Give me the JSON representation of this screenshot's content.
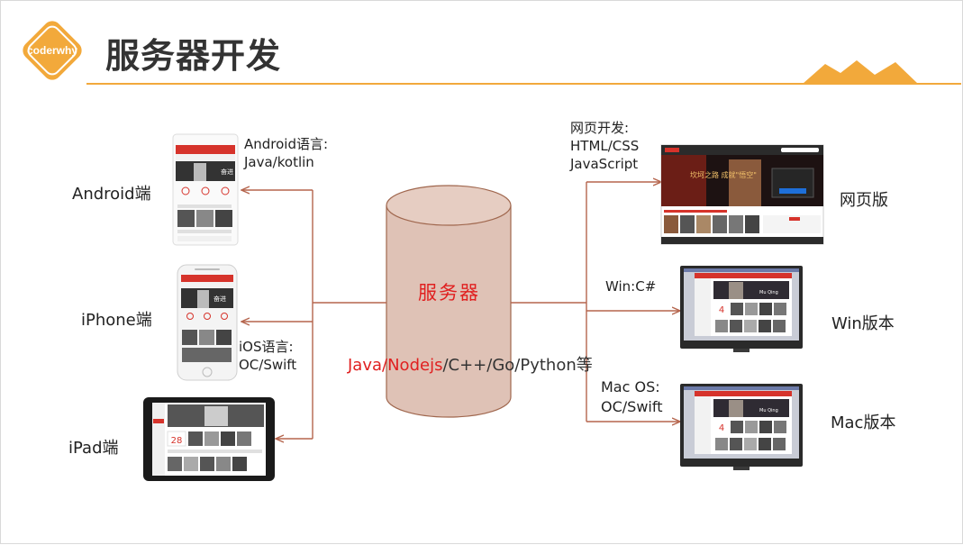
{
  "slide": {
    "title": "服务器开发",
    "logo_text": "coderwhy"
  },
  "server": {
    "name": "服务器",
    "langs_red": "Java/Nodejs",
    "langs_rest": "/C++/Go/Python等"
  },
  "clients_left": {
    "android": {
      "label": "Android端",
      "note_line1": "Android语言:",
      "note_line2": "Java/kotlin"
    },
    "iphone": {
      "label": "iPhone端",
      "note_line1": "iOS语言:",
      "note_line2": "OC/Swift"
    },
    "ipad": {
      "label": "iPad端"
    }
  },
  "clients_right": {
    "web": {
      "label": "网页版",
      "note_line1": "网页开发:",
      "note_line2": "HTML/CSS",
      "note_line3": "JavaScript"
    },
    "win": {
      "label": "Win版本",
      "note_line1": "Win:C#"
    },
    "mac": {
      "label": "Mac版本",
      "note_line1": "Mac OS:",
      "note_line2": "OC/Swift"
    }
  },
  "screenshots": {
    "app_banner_text": "奋进",
    "web_banner_text": "坎坷之路 成就\"悟空\"",
    "ipad_date": "28",
    "desktop_banner_text": "Mu Qing",
    "desktop_date": "4"
  },
  "colors": {
    "accent_orange": "#f2a93b",
    "arrow": "#b5654d",
    "cylinder_fill": "#dfc2b6",
    "red_text": "#e02020",
    "app_red": "#d6332b"
  }
}
